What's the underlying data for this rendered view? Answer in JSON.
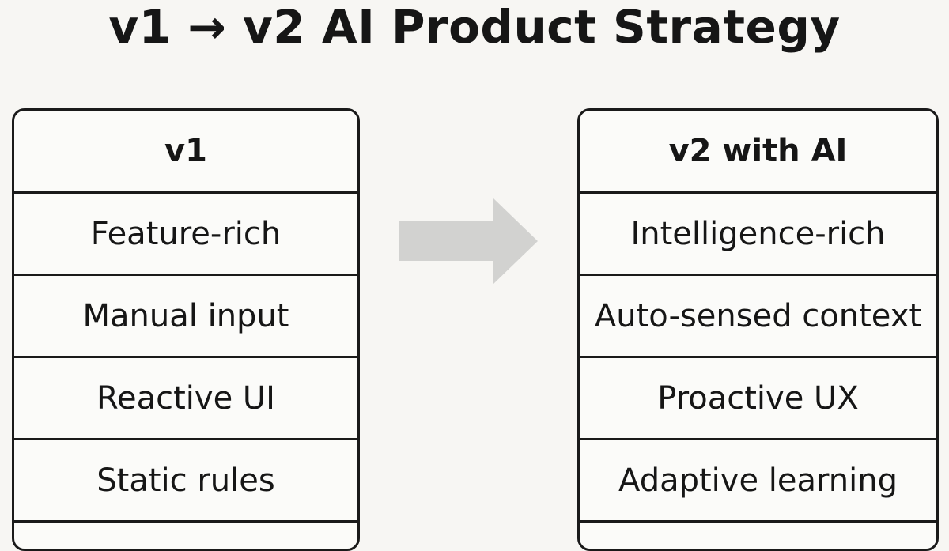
{
  "title": "v1 → v2 AI Product Strategy",
  "left_table": {
    "header": "v1",
    "rows": [
      "Feature-rich",
      "Manual input",
      "Reactive UI",
      "Static rules"
    ]
  },
  "right_table": {
    "header": "v2 with AI",
    "rows": [
      "Intelligence-rich",
      "Auto-sensed context",
      "Proactive UX",
      "Adaptive learning"
    ]
  },
  "arrow": {
    "icon": "arrow-right-icon",
    "color": "#d2d2d0"
  }
}
